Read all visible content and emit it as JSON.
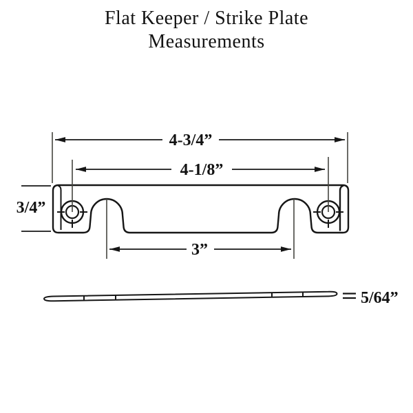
{
  "title": {
    "line1": "Flat Keeper / Strike Plate",
    "line2": "Measurements"
  },
  "labels": {
    "overall_width": "4-3/4”",
    "hole_spacing": "4-1/8”",
    "plate_height": "3/4”",
    "notch_spacing": "3”",
    "thickness": "5/64”"
  },
  "colors": {
    "ink": "#161616",
    "thin_line": "#45453f",
    "background": "#ffffff"
  }
}
